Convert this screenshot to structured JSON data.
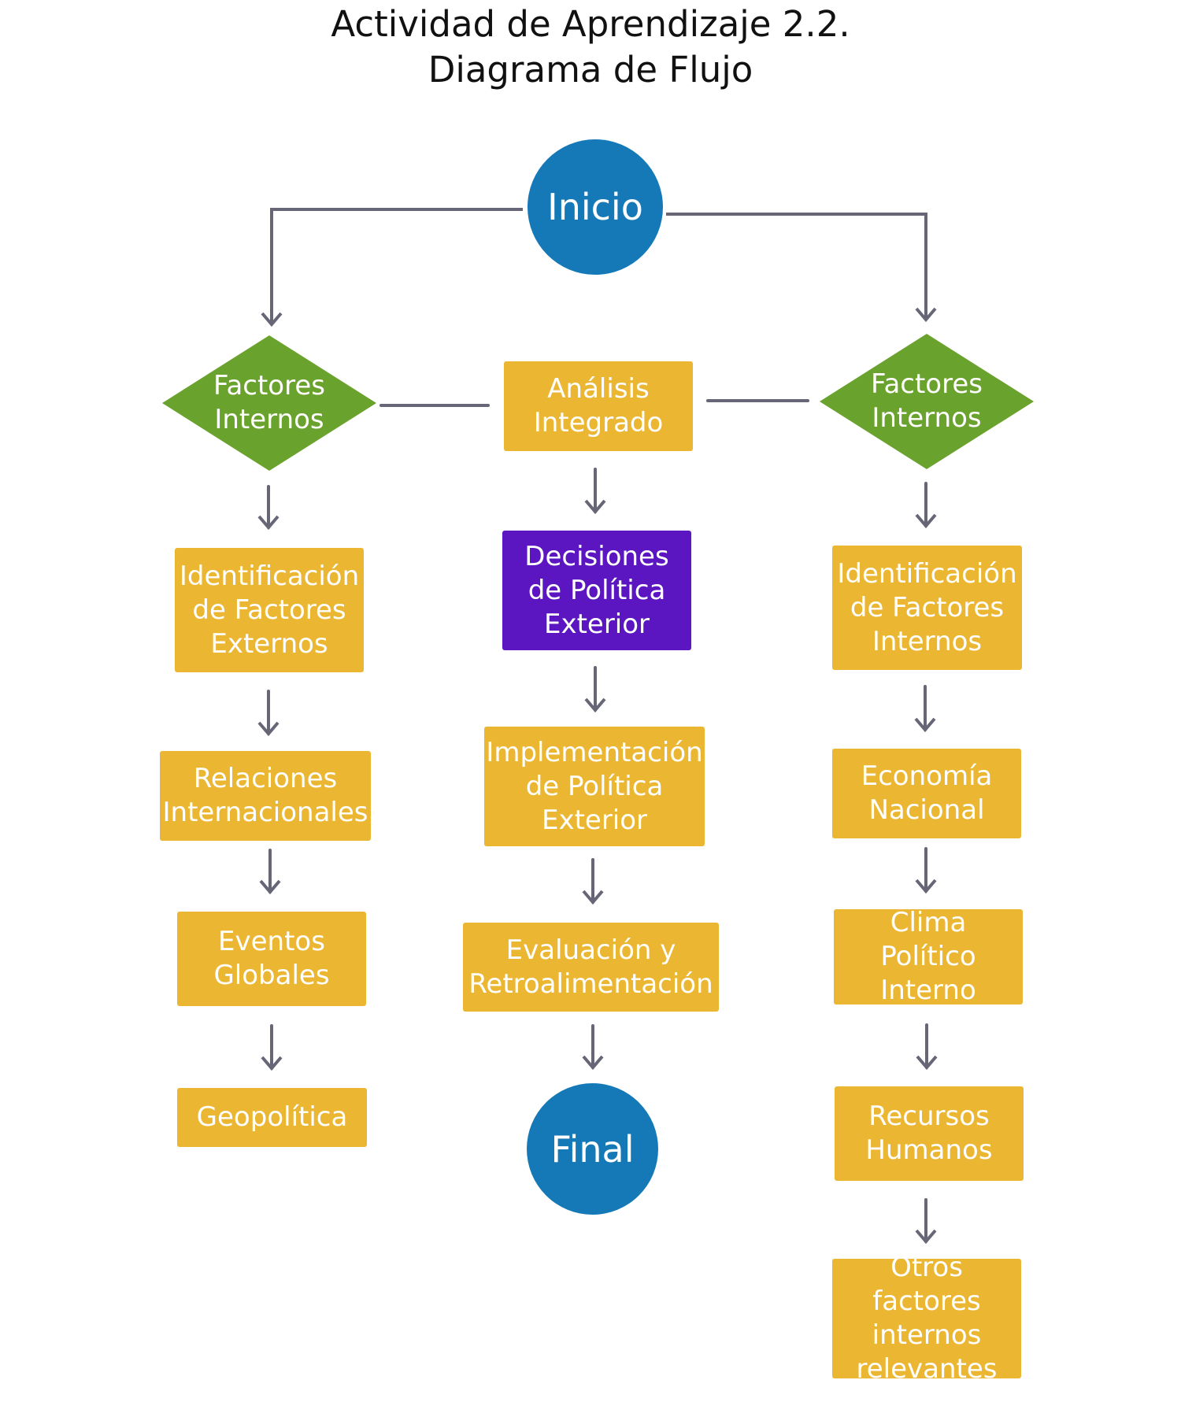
{
  "title": {
    "line1": "Actividad de Aprendizaje 2.2.",
    "line2": "Diagrama de Flujo"
  },
  "colors": {
    "start_end": "#1579b8",
    "decision": "#6aa22e",
    "process": "#ebb631",
    "highlight": "#5b16c1",
    "connector": "#666677"
  },
  "nodes": {
    "inicio": "Inicio",
    "left_decision": "Factores Internos",
    "analisis": "Análisis Integrado",
    "right_decision": "Factores Internos",
    "left": {
      "identificacion": "Identificación de Factores Externos",
      "relaciones": "Relaciones Internacionales",
      "eventos": "Eventos Globales",
      "geopolitica": "Geopolítica"
    },
    "center": {
      "decisiones": "Decisiones de Política Exterior",
      "implementacion": "Implementación de Política Exterior",
      "evaluacion": "Evaluación y Retroalimentación",
      "final": "Final"
    },
    "right": {
      "identificacion": "Identificación de Factores Internos",
      "economia": "Economía Nacional",
      "clima": "Clima Político Interno",
      "recursos": "Recursos Humanos",
      "otros": "Otros factores internos relevantes"
    }
  }
}
